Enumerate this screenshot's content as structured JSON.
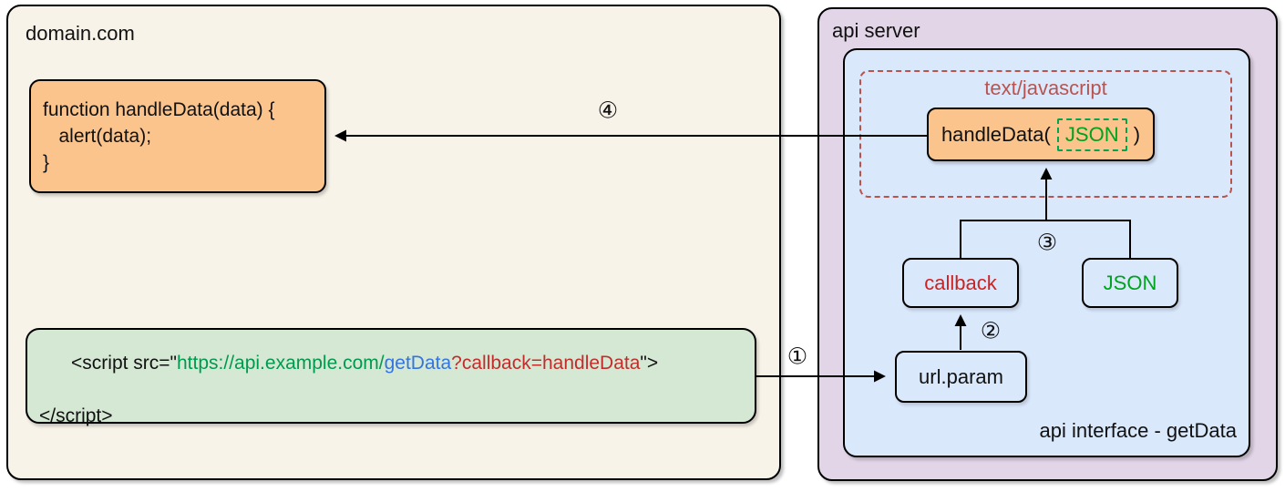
{
  "colors": {
    "domain_bg": "#f8f3e8",
    "api_bg": "#e1d5e7",
    "interface_bg": "#dae8fc",
    "node_bg": "#dae8fc",
    "orange_bg": "#fac48c",
    "script_bg": "#d5e8d4",
    "stroke": "#000000",
    "text": "#111111",
    "mime_red": "#b85450",
    "callback_red": "#cc2222",
    "query_red": "#c62b2b",
    "json_green": "#00a21e",
    "chip_green": "#00a550",
    "url_green": "#009a4e",
    "path_blue": "#3374e0"
  },
  "domain_panel": {
    "title": "domain.com",
    "function_box": {
      "line1": "function handleData(data) {",
      "line2": "   alert(data);",
      "line3": "}"
    },
    "script_box": {
      "code_prefix": "<script src=\"",
      "code_url": "https://api.example.com/",
      "code_path": "getData",
      "code_query": "?callback=handleData",
      "code_suffix": "\">",
      "code_line2": "</script>"
    }
  },
  "api_panel": {
    "title": "api server",
    "interface_label": "api interface - getData",
    "mime_label": "text/javascript",
    "handler_box": {
      "prefix": "handleData( ",
      "arg": "JSON",
      "suffix": " )"
    },
    "callback_label": "callback",
    "json_label": "JSON",
    "urlparam_label": "url.param"
  },
  "steps": {
    "one": "①",
    "two": "②",
    "three": "③",
    "four": "④"
  }
}
